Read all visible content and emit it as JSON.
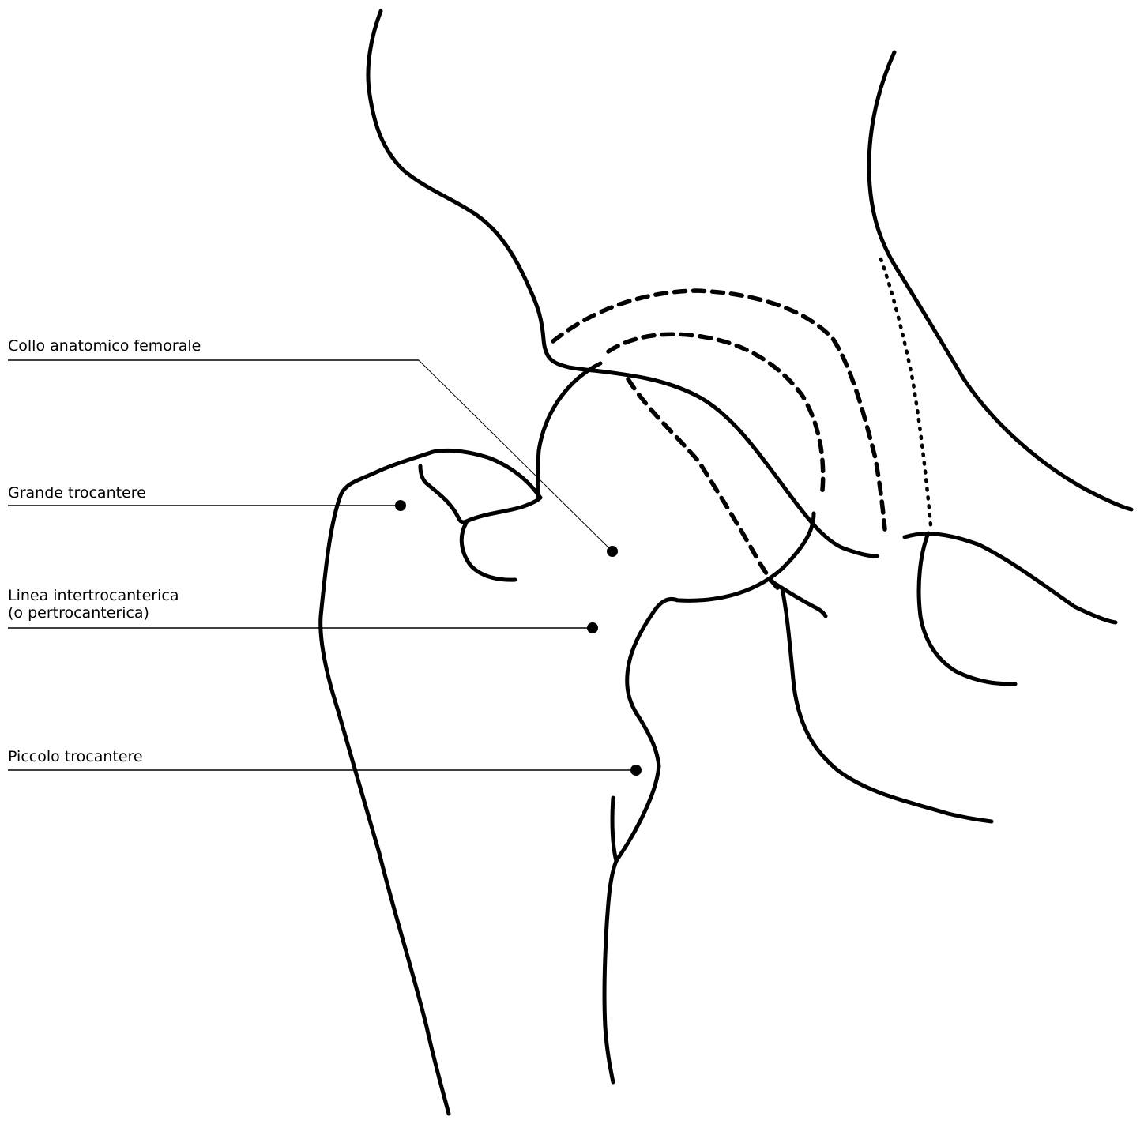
{
  "labels": {
    "neck": "Collo anatomico femorale",
    "greater_trochanter": "Grande trocantere",
    "intertrochanteric_line_1": "Linea intertrocanterica",
    "intertrochanteric_line_2": "(o pertrocanterica)",
    "lesser_trochanter": "Piccolo trocantere"
  },
  "colors": {
    "ink": "#000000",
    "background": "#ffffff"
  }
}
